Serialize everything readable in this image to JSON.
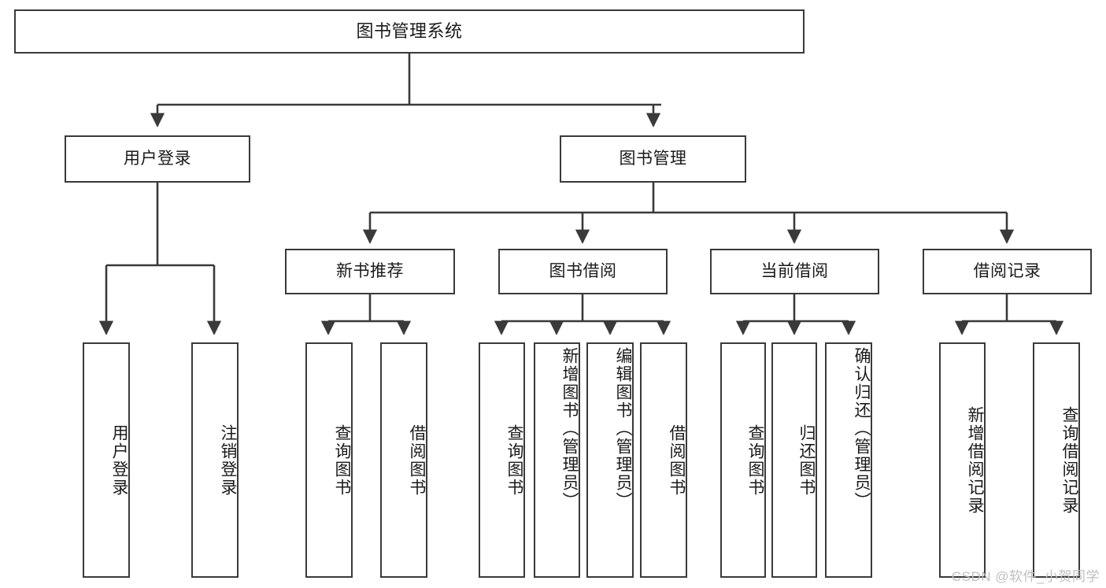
{
  "diagram": {
    "type": "tree-hierarchy",
    "title": "图书管理系统",
    "watermark": "CSDN @软件_小贺同学",
    "root": {
      "id": "root",
      "label": "图书管理系统"
    },
    "level2": [
      {
        "id": "user-login",
        "label": "用户登录"
      },
      {
        "id": "book-management",
        "label": "图书管理"
      }
    ],
    "level3": [
      {
        "id": "new-book-recommend",
        "label": "新书推荐",
        "parent": "book-management"
      },
      {
        "id": "book-borrow",
        "label": "图书借阅",
        "parent": "book-management"
      },
      {
        "id": "current-borrow",
        "label": "当前借阅",
        "parent": "book-management"
      },
      {
        "id": "borrow-record",
        "label": "借阅记录",
        "parent": "book-management"
      }
    ],
    "leaves": [
      {
        "id": "leaf-user-login",
        "label": "用户登录",
        "parent": "user-login"
      },
      {
        "id": "leaf-logout-login",
        "label": "注销登录",
        "parent": "user-login"
      },
      {
        "id": "leaf-query-book-1",
        "label": "查询图书",
        "parent": "new-book-recommend"
      },
      {
        "id": "leaf-borrow-book-1",
        "label": "借阅图书",
        "parent": "new-book-recommend"
      },
      {
        "id": "leaf-query-book-2",
        "label": "查询图书",
        "parent": "book-borrow"
      },
      {
        "id": "leaf-add-book",
        "label": "新增图书（管理员）",
        "parent": "book-borrow"
      },
      {
        "id": "leaf-edit-book",
        "label": "编辑图书（管理员）",
        "parent": "book-borrow"
      },
      {
        "id": "leaf-borrow-book-2",
        "label": "借阅图书",
        "parent": "book-borrow"
      },
      {
        "id": "leaf-query-book-3",
        "label": "查询图书",
        "parent": "current-borrow"
      },
      {
        "id": "leaf-return-book",
        "label": "归还图书",
        "parent": "current-borrow"
      },
      {
        "id": "leaf-confirm-return",
        "label": "确认归还（管理员）",
        "parent": "current-borrow"
      },
      {
        "id": "leaf-add-record",
        "label": "新增借阅记录",
        "parent": "borrow-record"
      },
      {
        "id": "leaf-query-record",
        "label": "查询借阅记录",
        "parent": "borrow-record"
      }
    ],
    "colors": {
      "border": "#3a3a3a",
      "background": "#ffffff",
      "text": "#1a1a1a",
      "watermark": "#bfbfbf"
    }
  }
}
